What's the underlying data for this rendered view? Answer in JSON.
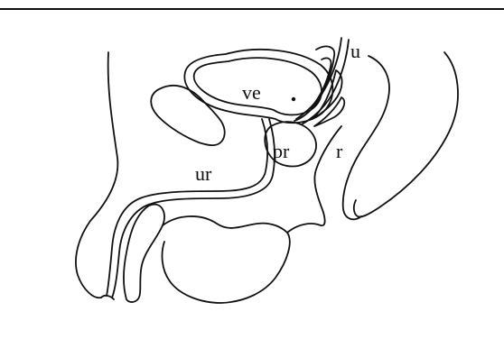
{
  "labels": {
    "ureter": "u",
    "vesica": "ve",
    "prostate": "pr",
    "rectum": "r",
    "urethra": "ur"
  },
  "colors": {
    "line": "#111111",
    "background": "#ffffff"
  }
}
